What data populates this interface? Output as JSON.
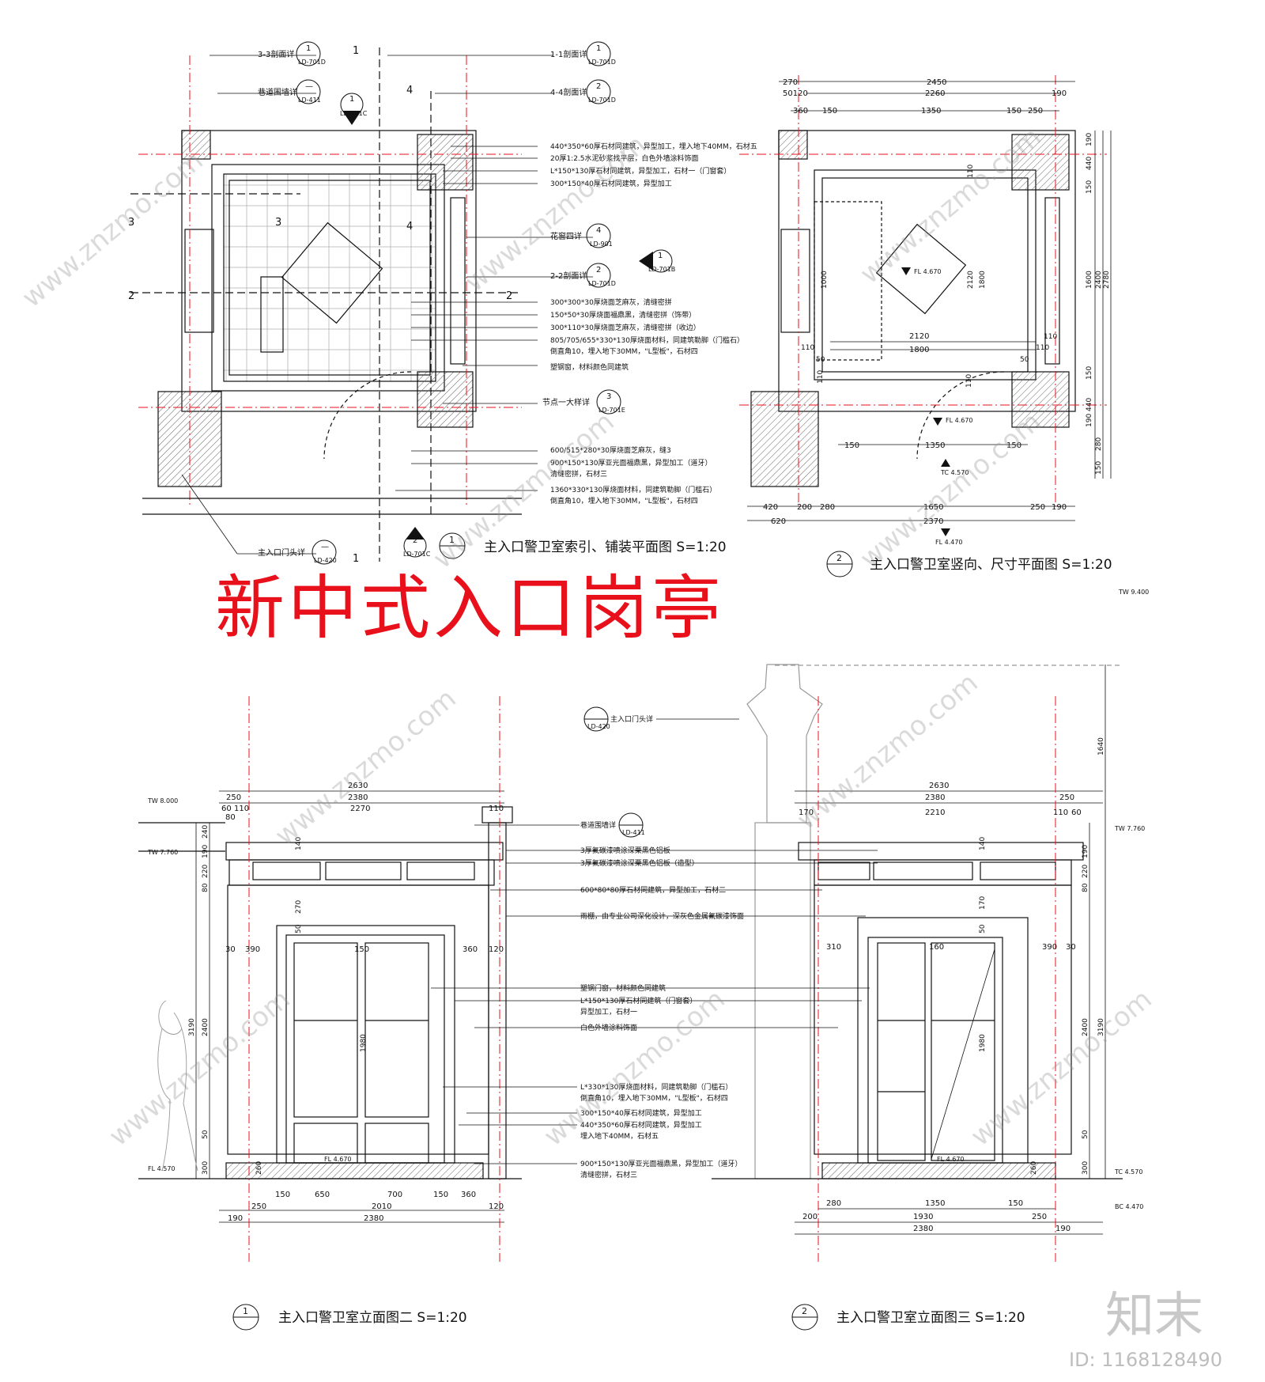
{
  "main_title": "新中式入口岗亭",
  "logo_text": "知末",
  "image_id": "ID: 1168128490",
  "watermark_text": "www.znzmo.com",
  "colors": {
    "accent_red": "#e8101a",
    "line": "#111111",
    "hatch": "#666666"
  },
  "plan1": {
    "title": "主入口警卫室索引、铺装平面图  S=1:20",
    "badge_num": "1",
    "section_marks": [
      "1",
      "4",
      "3",
      "2",
      "3",
      "4",
      "2",
      "1"
    ],
    "callouts": [
      {
        "label": "3-3剖面详",
        "num": "1",
        "ref": "LD-701D"
      },
      {
        "label": "巷道围墙详",
        "num": "—",
        "ref": "LD-411"
      },
      {
        "label": "1-1剖面详",
        "num": "1",
        "ref": "LD-701D"
      },
      {
        "label": "4-4剖面详",
        "num": "2",
        "ref": "LD-701D"
      },
      {
        "label": "花窗四详",
        "num": "4",
        "ref": "LD-901"
      },
      {
        "label": "2-2剖面详",
        "num": "2",
        "ref": "LD-701D"
      },
      {
        "label": "节点一大样详",
        "num": "3",
        "ref": "LD-701E"
      },
      {
        "label": "主入口门头详",
        "num": "—",
        "ref": "LD-420"
      }
    ],
    "top_markers": [
      {
        "num": "1",
        "ref": "LD-701C"
      },
      {
        "num": "1",
        "ref": "LD-701B"
      },
      {
        "num": "2",
        "ref": "LD-701C"
      }
    ],
    "notes": [
      "440*350*60厚石材同建筑，异型加工，埋入地下40MM，石材五",
      "20厚1:2.5水泥砂浆找平层，白色外墙涂料饰面",
      "L*150*130厚石材同建筑，异型加工，石材一（门窗套）",
      "300*150*40厚石材同建筑，异型加工",
      "300*300*30厚烧面芝麻灰，清缝密拼",
      "150*50*30厚烧面福鼎黑，清缝密拼（饰带）",
      "300*110*30厚烧面芝麻灰，清缝密拼（收边）",
      "805/705/655*330*130厚烧面材料，同建筑勒脚（门槛石）",
      "倒直角10，埋入地下30MM，\"L型板\"，石材四",
      "塑钢窗，材料颜色同建筑",
      "600/515*280*30厚烧面芝麻灰，缝3",
      "900*150*130厚亚光面福鼎黑，异型加工（道牙）",
      "清缝密拼，石材三",
      "1360*330*130厚烧面材料，同建筑勒脚（门槛石）",
      "倒直角10，埋入地下30MM，\"L型板\"，石材四"
    ]
  },
  "plan2": {
    "title": "主入口警卫室竖向、尺寸平面图  S=1:20",
    "badge_num": "2",
    "top_dims": [
      "270",
      "2450",
      "50120",
      "2260",
      "190",
      "360",
      "150",
      "1350",
      "150",
      "250"
    ],
    "right_dims": [
      "190",
      "440",
      "150",
      "1600",
      "2400",
      "2780",
      "150",
      "440",
      "190",
      "280",
      "150"
    ],
    "inner_dims": [
      "110",
      "2120",
      "1800",
      "1000",
      "2120",
      "1800",
      "110",
      "50",
      "50",
      "110",
      "110",
      "110",
      "110"
    ],
    "bottom_dims": [
      "150",
      "1350",
      "150",
      "420",
      "200",
      "280",
      "1650",
      "250",
      "190",
      "620",
      "2370"
    ],
    "levels": [
      "FL 4.670",
      "FL 4.670",
      "TC 4.570",
      "FL 4.470",
      "TW 9.400"
    ]
  },
  "elev2": {
    "title": "主入口警卫室立面图二  S=1:20",
    "badge_num": "1",
    "top_dims": [
      "2630",
      "250",
      "2380",
      "60",
      "110",
      "2270",
      "110",
      "80"
    ],
    "left_dims": [
      "240",
      "190",
      "220",
      "80",
      "3190",
      "2400",
      "50",
      "300",
      "260"
    ],
    "inner_dims": [
      "140",
      "270",
      "50",
      "30",
      "390",
      "150",
      "360",
      "120",
      "1980"
    ],
    "bottom_dims": [
      "150",
      "650",
      "700",
      "150",
      "360",
      "250",
      "2010",
      "120",
      "190",
      "2380"
    ],
    "levels": [
      "TW 8.000",
      "TW 7.760",
      "FL 4.570",
      "FL 4.670"
    ]
  },
  "elev3": {
    "title": "主入口警卫室立面图三  S=1:20",
    "badge_num": "2",
    "top_dims": [
      "2630",
      "2380",
      "250",
      "170",
      "2210",
      "110",
      "60"
    ],
    "right_dims": [
      "1640",
      "190",
      "220",
      "80",
      "3190",
      "2400",
      "50",
      "300"
    ],
    "inner_dims": [
      "140",
      "170",
      "50",
      "310",
      "160",
      "390",
      "30",
      "1980",
      "260"
    ],
    "bottom_dims": [
      "280",
      "1350",
      "150",
      "200",
      "1930",
      "250",
      "2380",
      "190"
    ],
    "levels": [
      "TW 7.760",
      "TC 4.570",
      "BC 4.470",
      "FL 4.670"
    ]
  },
  "elev_notes": [
    {
      "text": "主入口门头详",
      "ref": "LD-420"
    },
    {
      "text": "巷道围墙详",
      "ref": "LD-411"
    },
    {
      "text": "3厚氟碳漆喷涂深栗黑色铝板"
    },
    {
      "text": "3厚氟碳漆喷涂深栗黑色铝板（造型）"
    },
    {
      "text": "600*80*80厚石材同建筑，异型加工，石材二"
    },
    {
      "text": "雨棚，由专业公司深化设计，深灰色金属氟碳漆饰面"
    },
    {
      "text": "塑钢门窗，材料颜色同建筑"
    },
    {
      "text": "L*150*130厚石材同建筑（门窗套）"
    },
    {
      "text": "异型加工，石材一"
    },
    {
      "text": "白色外墙涂料饰面"
    },
    {
      "text": "L*330*130厚烧面材料，同建筑勒脚（门槛石）"
    },
    {
      "text": "倒直角10，埋入地下30MM，\"L型板\"，石材四"
    },
    {
      "text": "300*150*40厚石材同建筑，异型加工"
    },
    {
      "text": "440*350*60厚石材同建筑，异型加工"
    },
    {
      "text": "埋入地下40MM，石材五"
    },
    {
      "text": "900*150*130厚亚光面福鼎黑，异型加工（道牙）"
    },
    {
      "text": "清缝密拼，石材三"
    }
  ]
}
